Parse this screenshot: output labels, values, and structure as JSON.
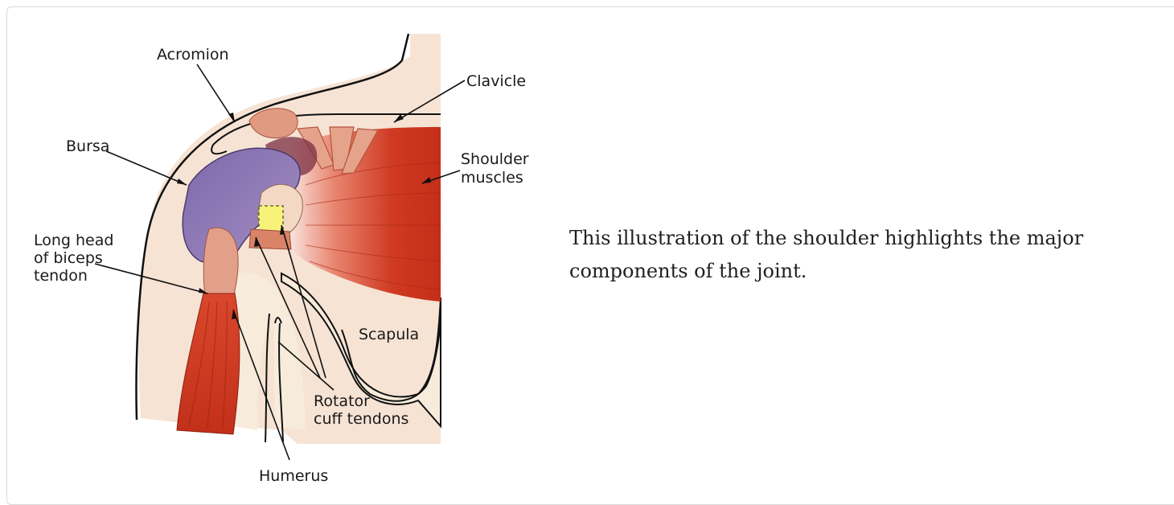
{
  "figure": {
    "labels": {
      "acromion": "Acromion",
      "clavicle": "Clavicle",
      "bursa": "Bursa",
      "shoulder_muscles_line1": "Shoulder",
      "shoulder_muscles_line2": "muscles",
      "biceps_line1": "Long head",
      "biceps_line2": "of biceps",
      "biceps_line3": "tendon",
      "scapula": "Scapula",
      "rotator_line1": "Rotator",
      "rotator_line2": "cuff tendons",
      "humerus": "Humerus"
    },
    "colors": {
      "skin": "#f6e3d4",
      "bone": "#f7ecdc",
      "muscle": "#c8321c",
      "bursa": "#8b7bb6",
      "tendon": "#e2a08a"
    }
  },
  "caption": "This illustration of the shoulder highlights the major components of the joint."
}
